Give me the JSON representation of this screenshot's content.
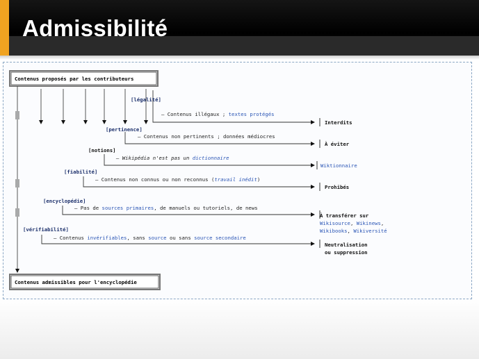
{
  "slide": {
    "title": "Admissibilité"
  },
  "diagram": {
    "top_box": "Contenus proposés par les contributeurs",
    "bottom_box": "Contenus admissibles pour l'encyclopédie",
    "criteria": [
      {
        "label": "[légalité]",
        "desc_prefix": "– Contenus illégaux ; ",
        "desc_link": "textes protégés",
        "desc_suffix": "",
        "outcome": [
          "Interdits"
        ]
      },
      {
        "label": "[pertinence]",
        "desc_prefix": "– Contenus non pertinents ; données médiocres",
        "desc_link": "",
        "desc_suffix": "",
        "outcome": [
          "À éviter"
        ]
      },
      {
        "label": "[notions]",
        "desc_prefix": "– Wikipédia n'est pas un ",
        "desc_link": "dictionnaire",
        "desc_suffix": "",
        "outcome_link": "Wiktionnaire"
      },
      {
        "label": "[fiabilité]",
        "desc_prefix": "– Contenus non connus ou non reconnus (",
        "desc_link": "travail inédit",
        "desc_suffix": ")",
        "outcome": [
          "Prohibés"
        ]
      },
      {
        "label": "[encyclopédie]",
        "desc_prefix": "– Pas de ",
        "desc_link": "sources primaires",
        "desc_suffix": ", de manuels ou tutoriels, de news",
        "outcome": [
          "À transférer sur"
        ],
        "outcome_links": [
          "Wikisource",
          "Wikinews",
          "Wikibooks",
          "Wikiversité"
        ]
      },
      {
        "label": "[vérifiabilité]",
        "desc_prefix": "– Contenus ",
        "desc_link": "invérifiables",
        "desc_mid1": ", sans ",
        "desc_link2": "source",
        "desc_mid2": " ou sans ",
        "desc_link3": "source secondaire",
        "outcome": [
          "Neutralisation",
          "ou suppression"
        ]
      }
    ]
  },
  "colors": {
    "accent": "#f0a321",
    "link": "#2a55b5",
    "header_bg": "#000000",
    "frame_border": "#8aa6c4"
  }
}
